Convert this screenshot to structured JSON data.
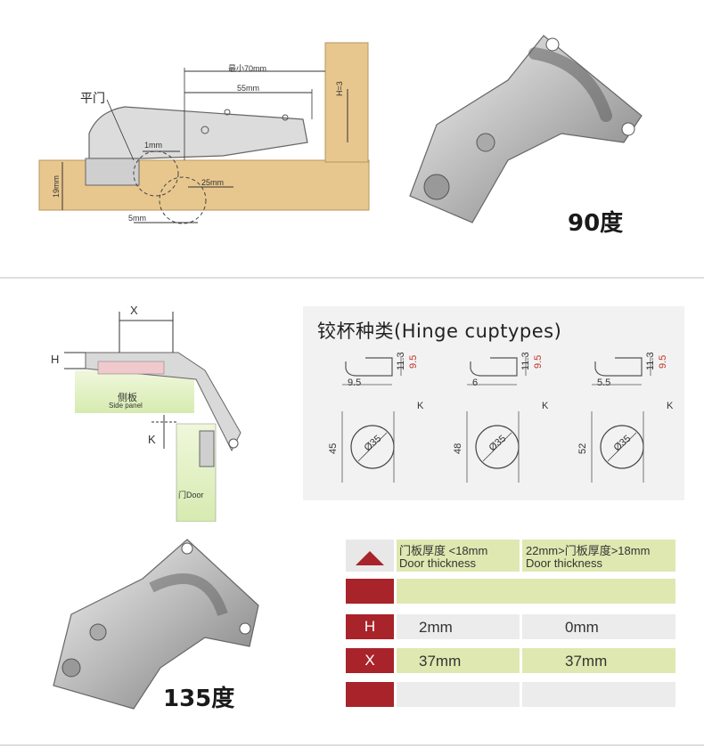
{
  "top_diagram": {
    "label_flat_door": "平门",
    "dim_min_70": "最小70mm",
    "dim_55": "55mm",
    "dim_h3": "H=3",
    "dim_1": "1mm",
    "dim_19": "19mm",
    "dim_25": "25mm",
    "dim_5": "5mm"
  },
  "hinge_90_label": "90度",
  "side_diagram": {
    "label_x": "X",
    "label_h": "H",
    "label_k": "K",
    "label_side_panel_cn": "侧板",
    "label_side_panel_en": "Side panel",
    "label_door": "门Door"
  },
  "cup_types": {
    "title": "铰杯种类(Hinge cuptypes)",
    "items": [
      {
        "width": "9.5",
        "depth": "11.3",
        "depth2": "9.5",
        "k": "K",
        "height": "45",
        "diameter": "Ø35"
      },
      {
        "width": "6",
        "depth": "11.3",
        "depth2": "9.5",
        "k": "K",
        "height": "48",
        "diameter": "Ø35"
      },
      {
        "width": "5.5",
        "depth": "11.3",
        "depth2": "9.5",
        "k": "K",
        "height": "52",
        "diameter": "Ø35"
      }
    ]
  },
  "hinge_135_label": "135度",
  "thickness_table": {
    "col1_cn": "门板厚度 <18mm",
    "col1_en": "Door thickness",
    "col2_cn": "22mm>门板厚度>18mm",
    "col2_en": "Door thickness",
    "rows": [
      {
        "key": "H",
        "col1": "2mm",
        "col2": "0mm"
      },
      {
        "key": "X",
        "col1": "37mm",
        "col2": "37mm"
      }
    ]
  },
  "colors": {
    "wood": "#e8c78e",
    "accent_red": "#a8232a",
    "table_green": "#dfe8b0",
    "panel_gray": "#f2f2f2"
  }
}
